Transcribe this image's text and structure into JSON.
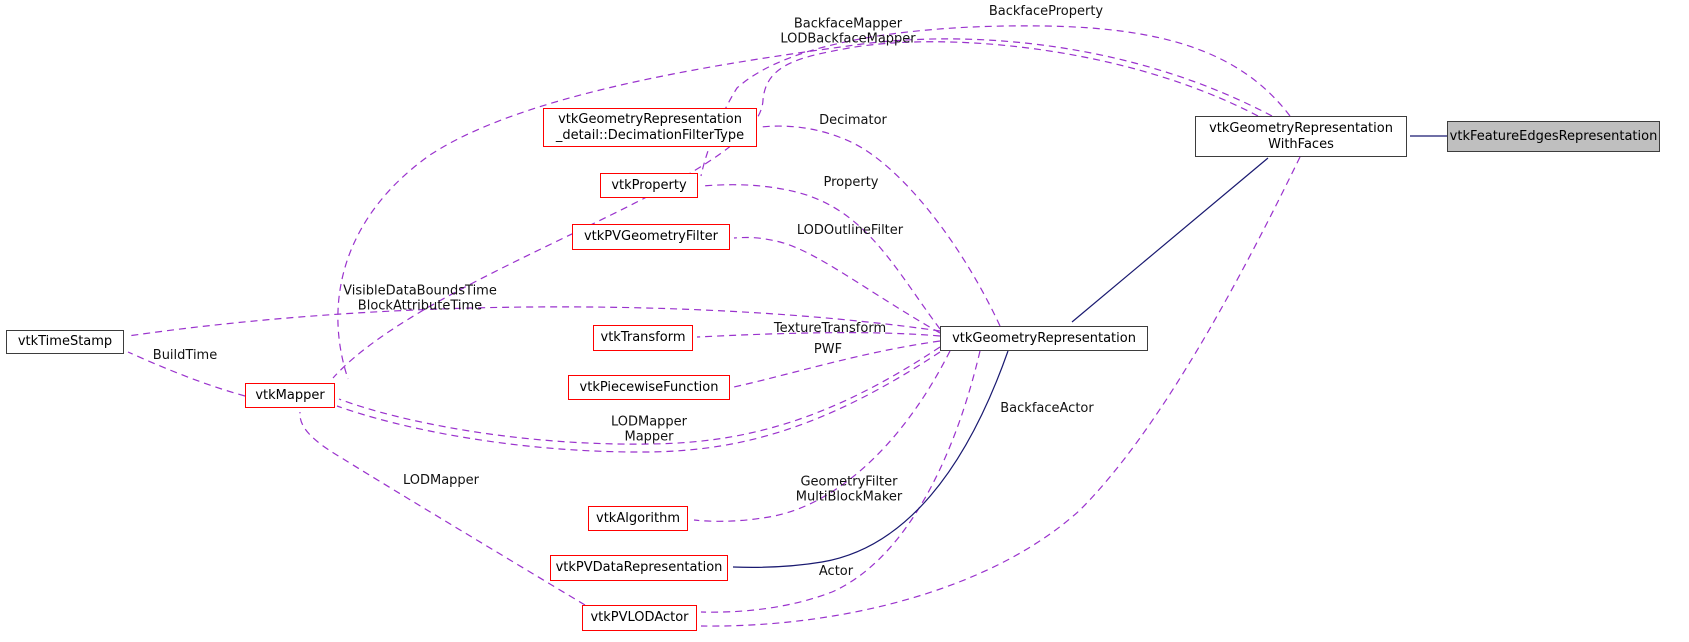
{
  "diagram": {
    "type": "collaboration-graph",
    "colors": {
      "usage_edge": "#9a32cd",
      "inheritance_edge": "#191970",
      "linked_node_border": "#ff0000",
      "plain_node_border": "#3d3d3d",
      "current_node_fill": "#bfbfbf",
      "node_fill": "#ffffff",
      "background": "#ffffff",
      "text": "#000000"
    },
    "nodes": [
      {
        "id": "vtkTimeStamp",
        "lines": [
          "vtkTimeStamp"
        ],
        "style": "plain"
      },
      {
        "id": "vtkMapper",
        "lines": [
          "vtkMapper"
        ],
        "style": "linked"
      },
      {
        "id": "DecimationFilterType",
        "lines": [
          "vtkGeometryRepresentation",
          "_detail::DecimationFilterType"
        ],
        "style": "linked"
      },
      {
        "id": "vtkProperty",
        "lines": [
          "vtkProperty"
        ],
        "style": "linked"
      },
      {
        "id": "vtkPVGeometryFilter",
        "lines": [
          "vtkPVGeometryFilter"
        ],
        "style": "linked"
      },
      {
        "id": "vtkTransform",
        "lines": [
          "vtkTransform"
        ],
        "style": "linked"
      },
      {
        "id": "vtkPiecewiseFunction",
        "lines": [
          "vtkPiecewiseFunction"
        ],
        "style": "linked"
      },
      {
        "id": "vtkAlgorithm",
        "lines": [
          "vtkAlgorithm"
        ],
        "style": "linked"
      },
      {
        "id": "vtkPVDataRepresentation",
        "lines": [
          "vtkPVDataRepresentation"
        ],
        "style": "linked"
      },
      {
        "id": "vtkPVLODActor",
        "lines": [
          "vtkPVLODActor"
        ],
        "style": "linked"
      },
      {
        "id": "vtkGeometryRepresentation",
        "lines": [
          "vtkGeometryRepresentation"
        ],
        "style": "plain"
      },
      {
        "id": "vtkGeometryRepresentationWithFaces",
        "lines": [
          "vtkGeometryRepresentation",
          "WithFaces"
        ],
        "style": "plain"
      },
      {
        "id": "vtkFeatureEdgesRepresentation",
        "lines": [
          "vtkFeatureEdgesRepresentation"
        ],
        "style": "current"
      }
    ],
    "edge_labels": [
      {
        "lines": [
          "BackfaceMapper",
          "LODBackfaceMapper"
        ]
      },
      {
        "lines": [
          "BackfaceProperty"
        ]
      },
      {
        "lines": [
          "Decimator"
        ]
      },
      {
        "lines": [
          "Property"
        ]
      },
      {
        "lines": [
          "LODOutlineFilter"
        ]
      },
      {
        "lines": [
          "VisibleDataBoundsTime",
          "BlockAttributeTime"
        ]
      },
      {
        "lines": [
          "BuildTime"
        ]
      },
      {
        "lines": [
          "TextureTransform"
        ]
      },
      {
        "lines": [
          "PWF"
        ]
      },
      {
        "lines": [
          "LODMapper",
          "Mapper"
        ]
      },
      {
        "lines": [
          "LODMapper"
        ]
      },
      {
        "lines": [
          "GeometryFilter",
          "MultiBlockMaker"
        ]
      },
      {
        "lines": [
          "BackfaceActor"
        ]
      },
      {
        "lines": [
          "Actor"
        ]
      }
    ],
    "edges": [
      {
        "from": "vtkGeometryRepresentationWithFaces",
        "to": "vtkMapper",
        "label": "BackfaceMapper",
        "style": "usage"
      },
      {
        "from": "vtkGeometryRepresentationWithFaces",
        "to": "vtkMapper",
        "label": "LODBackfaceMapper",
        "style": "usage"
      },
      {
        "from": "vtkGeometryRepresentationWithFaces",
        "to": "vtkProperty",
        "label": "BackfaceProperty",
        "style": "usage"
      },
      {
        "from": "vtkGeometryRepresentation",
        "to": "DecimationFilterType",
        "label": "Decimator",
        "style": "usage"
      },
      {
        "from": "vtkGeometryRepresentation",
        "to": "vtkProperty",
        "label": "Property",
        "style": "usage"
      },
      {
        "from": "vtkGeometryRepresentation",
        "to": "vtkPVGeometryFilter",
        "label": "LODOutlineFilter",
        "style": "usage"
      },
      {
        "from": "vtkGeometryRepresentation",
        "to": "vtkTimeStamp",
        "label": "VisibleDataBoundsTime BlockAttributeTime",
        "style": "usage"
      },
      {
        "from": "vtkMapper",
        "to": "vtkTimeStamp",
        "label": "BuildTime",
        "style": "usage"
      },
      {
        "from": "vtkGeometryRepresentation",
        "to": "vtkTransform",
        "label": "TextureTransform",
        "style": "usage"
      },
      {
        "from": "vtkGeometryRepresentation",
        "to": "vtkPiecewiseFunction",
        "label": "PWF",
        "style": "usage"
      },
      {
        "from": "vtkGeometryRepresentation",
        "to": "vtkMapper",
        "label": "LODMapper Mapper",
        "style": "usage"
      },
      {
        "from": "vtkPVLODActor",
        "to": "vtkMapper",
        "label": "LODMapper",
        "style": "usage"
      },
      {
        "from": "vtkGeometryRepresentation",
        "to": "vtkAlgorithm",
        "label": "GeometryFilter MultiBlockMaker",
        "style": "usage"
      },
      {
        "from": "vtkGeometryRepresentation",
        "to": "vtkPVLODActor",
        "label": "Actor",
        "style": "usage"
      },
      {
        "from": "vtkGeometryRepresentationWithFaces",
        "to": "vtkPVLODActor",
        "label": "BackfaceActor",
        "style": "usage"
      },
      {
        "from": "vtkFeatureEdgesRepresentation",
        "to": "vtkGeometryRepresentationWithFaces",
        "style": "inheritance"
      },
      {
        "from": "vtkGeometryRepresentationWithFaces",
        "to": "vtkGeometryRepresentation",
        "style": "inheritance"
      },
      {
        "from": "vtkGeometryRepresentation",
        "to": "vtkPVDataRepresentation",
        "style": "inheritance"
      }
    ]
  }
}
